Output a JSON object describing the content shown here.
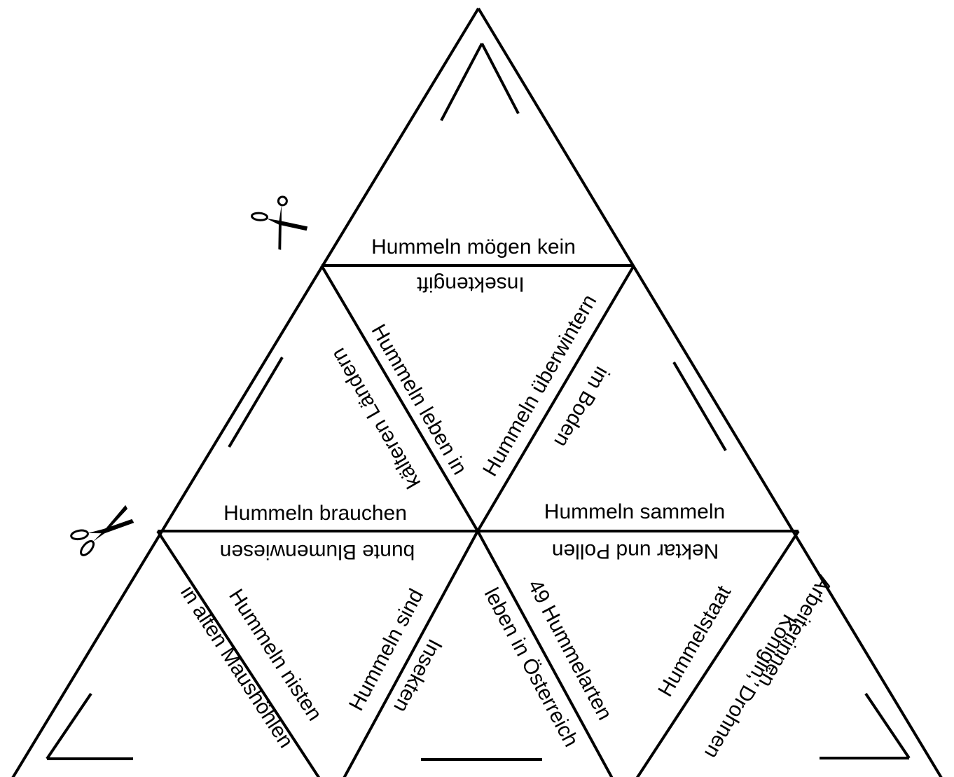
{
  "statements": {
    "top_bottom": "Hummeln mögen kein",
    "top_bottom_match": "Insektengift",
    "left_mid_right": "Hummeln leben in",
    "left_mid_right_match": "kälteren Ländern",
    "right_mid_left": "Hummeln überwintern",
    "right_mid_left_match": "im Boden",
    "left_mid_bottom": "Hummeln brauchen",
    "left_mid_bottom_match": "bunte Blumenwiesen",
    "right_mid_bottom": "Hummeln sammeln",
    "right_mid_bottom_match": "Nektar und Pollen",
    "bl_right": "Hummeln nisten",
    "bl_right_match": "in alten Maushöhlen",
    "bc_left": "Hummeln sind",
    "bc_left_match": "Insekten",
    "bc_right": "49 Hummelarten",
    "bc_right_match": "leben in Österreich",
    "br_left": "Hummelstaat",
    "br_left_match": "Königin, Drohnen",
    "br_left_match2": "Arbeiterinnen,"
  },
  "icons": {
    "scissors_top": "scissors-icon",
    "scissors_left": "scissors-icon"
  },
  "colors": {
    "line": "#000000",
    "background": "#ffffff"
  }
}
